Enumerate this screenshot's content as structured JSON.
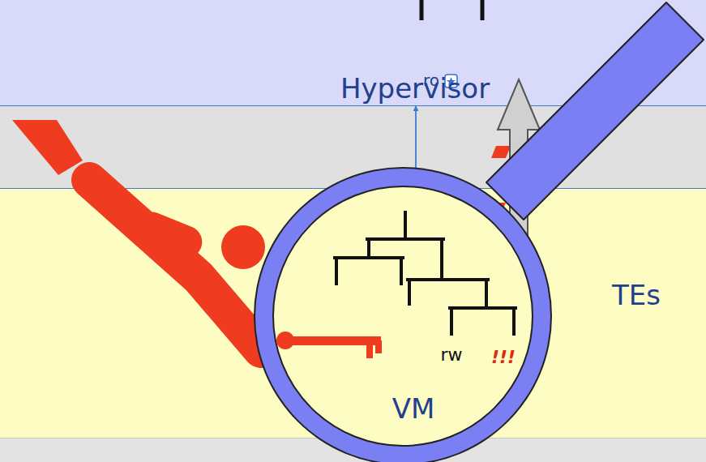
{
  "diagram": {
    "nodes": [
      {
        "text": [
          "Hypervisor"
        ]
      },
      {
        "text": [
          "TEs"
        ]
      },
      {
        "text": [
          "VM"
        ]
      }
    ],
    "edges": [
      {
        "from": 1,
        "to": 0,
        "arrow": "to"
      }
    ],
    "labels": [
      "ro",
      "rw",
      "!!!"
    ]
  }
}
